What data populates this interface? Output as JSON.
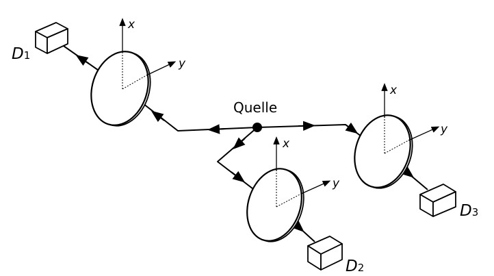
{
  "source": {
    "label": "Quelle"
  },
  "axes": {
    "x": "x",
    "y": "y"
  },
  "detectors": [
    {
      "letter": "D",
      "index": "1"
    },
    {
      "letter": "D",
      "index": "2"
    },
    {
      "letter": "D",
      "index": "3"
    }
  ],
  "colors": {
    "ink": "#000000",
    "background": "#ffffff"
  }
}
